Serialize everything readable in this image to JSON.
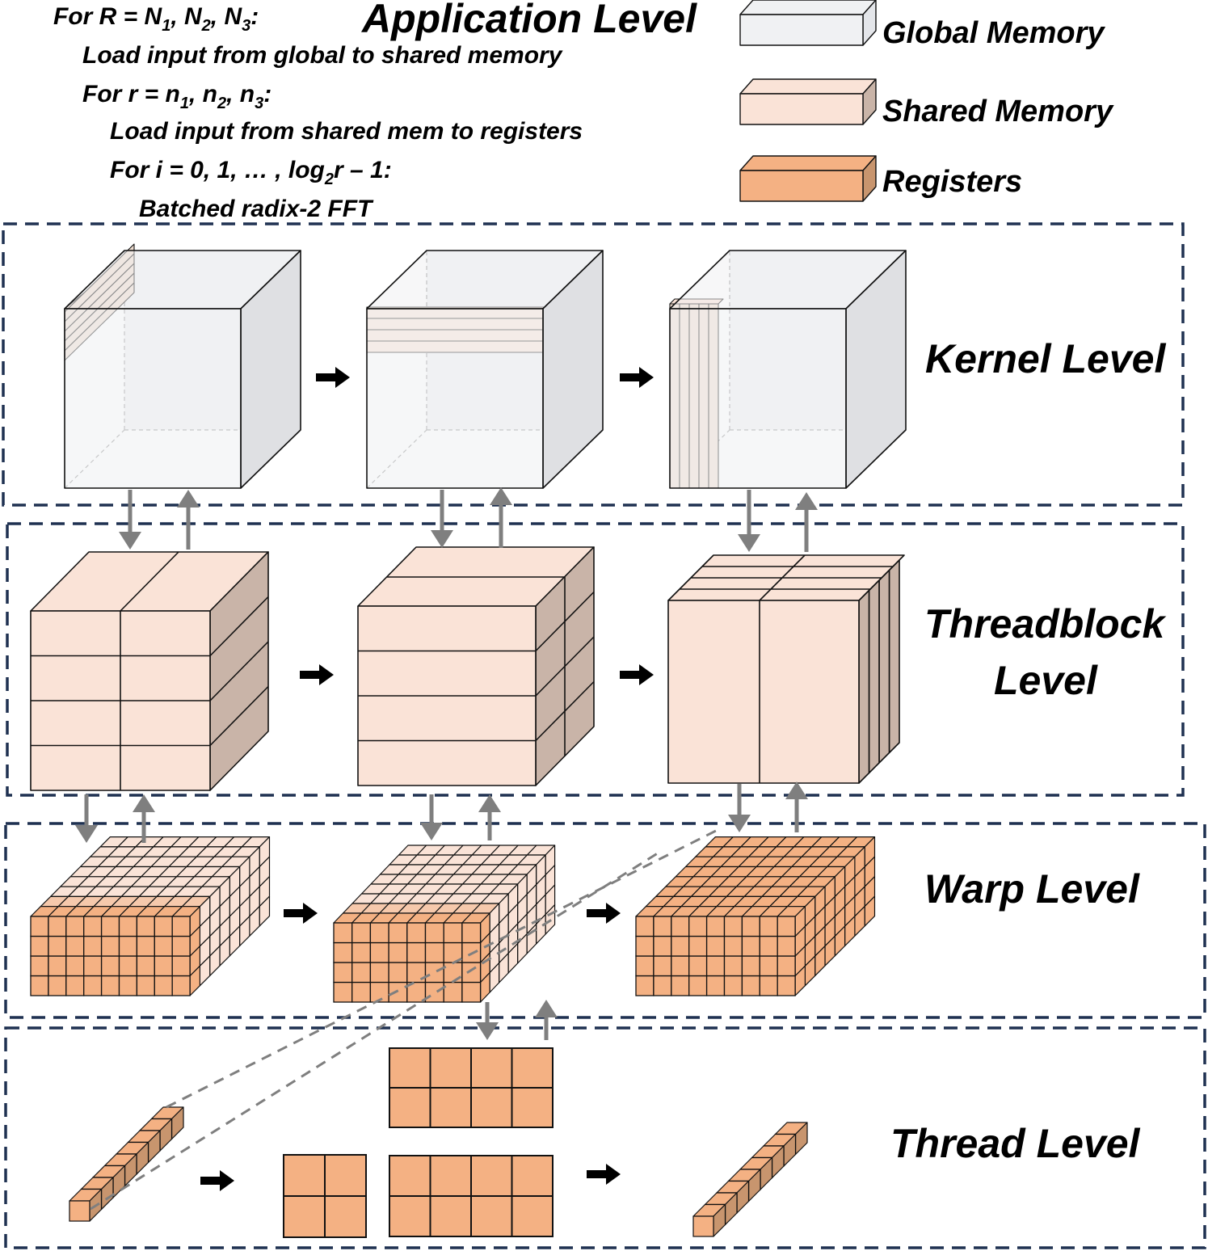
{
  "header": {
    "title": "Application Level",
    "code": [
      {
        "text": "For R = N",
        "sub1": "1",
        "mid1": ", N",
        "sub2": "2",
        "mid2": ", N",
        "sub3": "3",
        "end": ":"
      },
      {
        "text": "Load input from global to shared memory"
      },
      {
        "text": "For r = n",
        "sub1": "1",
        "mid1": ", n",
        "sub2": "2",
        "mid2": ", n",
        "sub3": "3",
        "end": ":"
      },
      {
        "text": "Load input from shared mem to registers"
      },
      {
        "text": "For i = 0, 1, … ,  log",
        "sub1": "2",
        "end": "r – 1:"
      },
      {
        "text": "Batched radix-2 FFT"
      }
    ]
  },
  "legend": [
    {
      "label": "Global Memory",
      "color": "#f0f1f3"
    },
    {
      "label": "Shared Memory",
      "color": "#fae3d7"
    },
    {
      "label": "Registers",
      "color": "#f4b183"
    }
  ],
  "levels": {
    "kernel": "Kernel Level",
    "threadblock_1": "Threadblock",
    "threadblock_2": "Level",
    "warp": "Warp Level",
    "thread": "Thread Level"
  },
  "colors": {
    "global": "#f0f1f3",
    "global_side": "#dcdcdc",
    "shared": "#fae3d7",
    "shared_side": "#c9b4a8",
    "register": "#f4b183",
    "register_side": "#c8956e",
    "frame": "#1f3151",
    "io_arrow": "#7f7f7f"
  }
}
